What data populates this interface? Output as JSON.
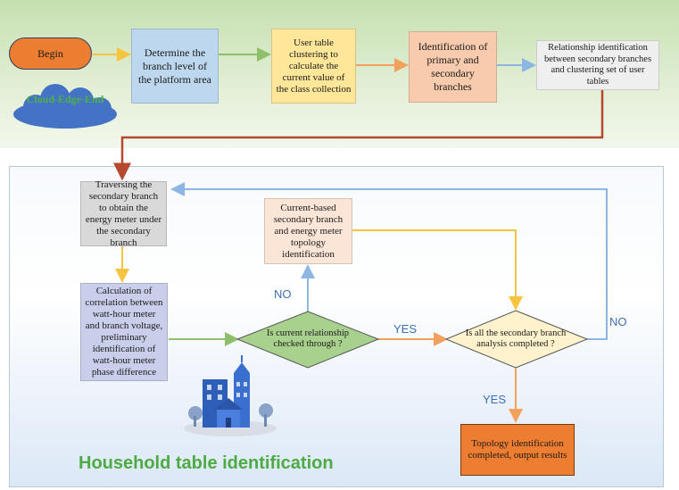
{
  "start": "Begin",
  "cloud_label": "Cloud-Edge-End",
  "steps": {
    "determine_branch_level": "Determine the branch level of the platform area",
    "user_table_clustering": "User table clustering to calculate the current value of the class collection",
    "identify_branches": "Identification of primary and secondary branches",
    "relationship_identification": "Relationship identification between secondary branches and clustering set of user tables",
    "traversing": "Traversing the secondary branch to obtain the energy meter under the secondary branch",
    "correlation": "Calculation of correlation between watt-hour meter and branch voltage, preliminary identification of watt-hour meter phase difference",
    "current_based": "Current-based secondary branch and energy meter topology identification",
    "result": "Topology identification completed, output results"
  },
  "decisions": {
    "current_check": "Is current relationship checked through ?",
    "analysis_complete": "Is all the secondary branch analysis completed ?"
  },
  "labels": {
    "no_left": "NO",
    "yes_middle": "YES",
    "no_right": "NO",
    "yes_bottom": "YES"
  },
  "section_title": "Household table identification",
  "colors": {
    "top_panel": "#d5e8c4",
    "blue_box": "#bdd7ee",
    "yellow_box": "#ffe699",
    "salmon_box": "#f8cbad",
    "gray_box": "#d9d9d9",
    "light_gray_box": "#efefef",
    "purple_box": "#c9cfea",
    "peach_box": "#fbe5d6",
    "green_diamond": "#a9d18e",
    "yellow_diamond": "#fff2cc",
    "orange_box": "#ed7d31",
    "arrow_yellow": "#f5c542",
    "arrow_green": "#8fbf6a",
    "arrow_orange": "#f4a15d",
    "arrow_blue": "#8db6e2",
    "arrow_red": "#b5482f",
    "label_blue": "#3e6eb5",
    "title_green": "#4eaa45"
  },
  "icons": [
    "cloud-icon",
    "city-buildings-icon"
  ]
}
